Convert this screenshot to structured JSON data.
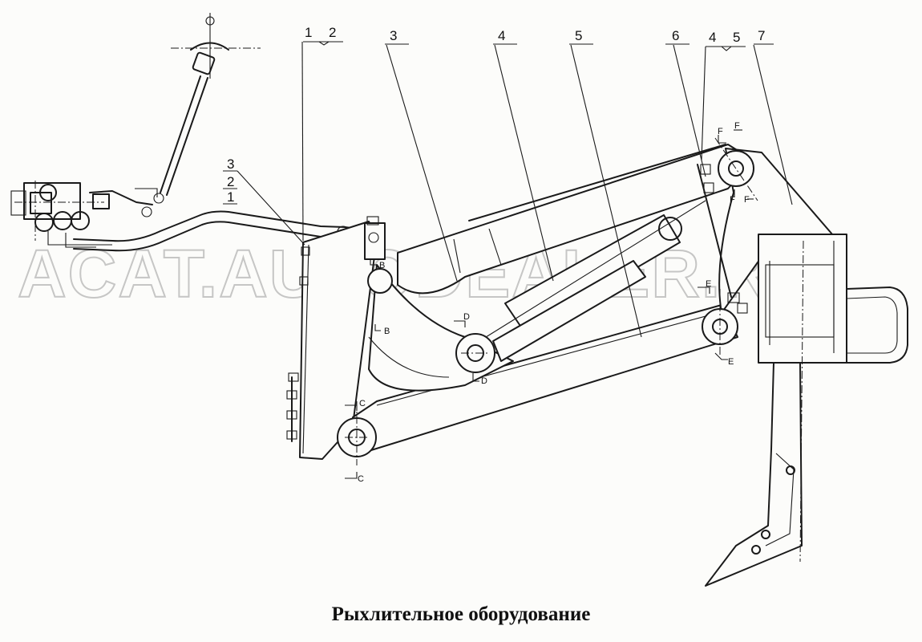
{
  "caption": "Рыхлительное оборудование",
  "watermark": "ACAT.AUTODEALER.RU",
  "callouts": {
    "c1": "1",
    "c2": "2",
    "c3": "3",
    "c4": "4",
    "c5": "5",
    "c6": "6",
    "c4b": "4",
    "c5b": "5",
    "c7": "7",
    "s3": "3",
    "s2": "2",
    "s1": "1"
  },
  "section_marks": {
    "b_top": "B",
    "b_mid": "B",
    "c_top": "C",
    "c_bot": "C",
    "d_top": "D",
    "d_bot": "D",
    "e_top": "E",
    "e_bot": "E",
    "f_top1": "F",
    "f_top2": "F",
    "f_bot1": "F",
    "f_bot2": "F"
  }
}
